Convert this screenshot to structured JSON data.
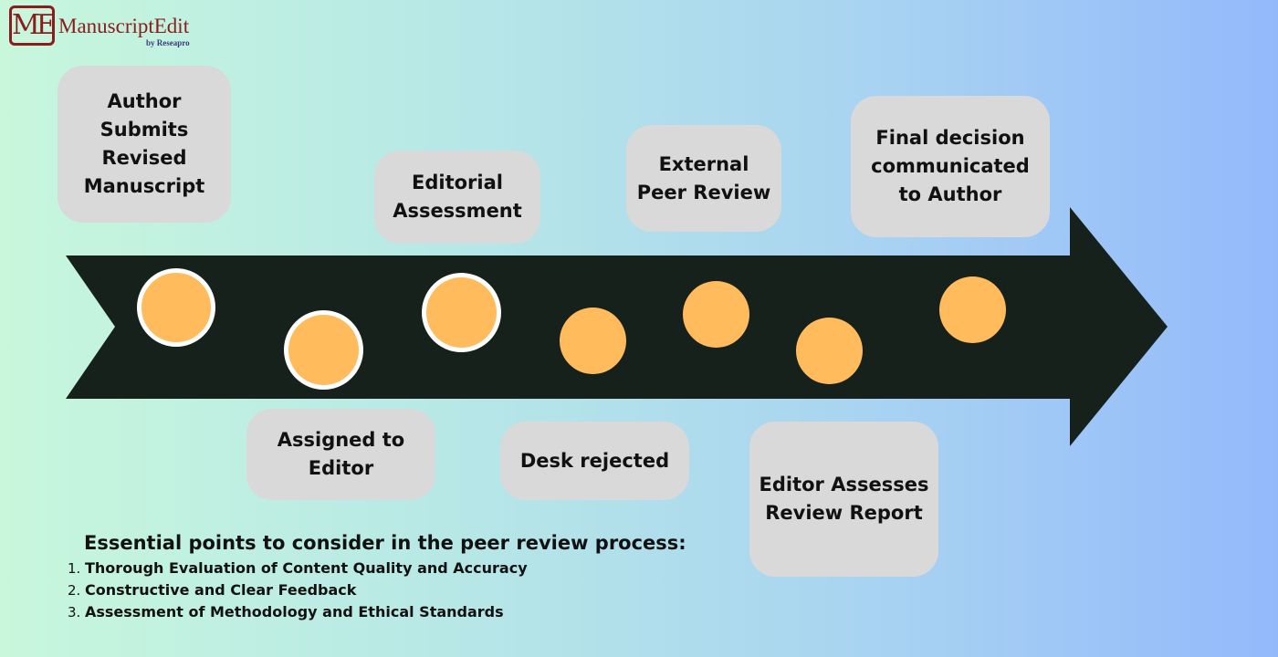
{
  "brand": {
    "mark": "ME",
    "name": "ManuscriptEdit",
    "by_line": "by Reseapro",
    "color": "#8a1c1c"
  },
  "colors": {
    "arrow": "#17211b",
    "box": "#d9d9d9",
    "dot": "#ffbb5c",
    "ring": "#ffffff"
  },
  "steps": [
    {
      "label": "Author Submits Revised Manuscript"
    },
    {
      "label": "Assigned to Editor"
    },
    {
      "label": "Editorial Assessment"
    },
    {
      "label": "Desk rejected"
    },
    {
      "label": "External Peer Review"
    },
    {
      "label": "Editor Assesses Review Report"
    },
    {
      "label": "Final decision communicated to Author"
    }
  ],
  "points": {
    "title": "Essential points to consider in the peer review process:",
    "items": [
      {
        "num": "1.",
        "text": "Thorough Evaluation of Content Quality and Accuracy"
      },
      {
        "num": "2.",
        "text": "Constructive and Clear Feedback"
      },
      {
        "num": "3.",
        "text": "Assessment of Methodology and Ethical Standards"
      }
    ]
  }
}
